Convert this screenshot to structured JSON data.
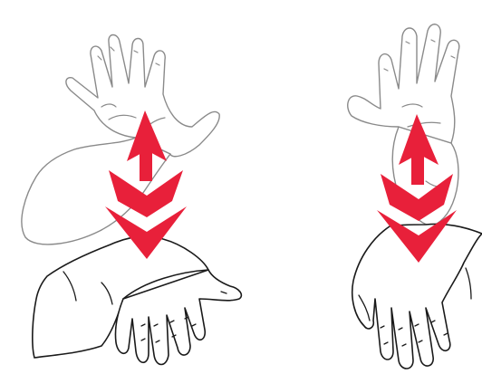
{
  "figure": {
    "arrow_color": "#e8203a",
    "upper_hand_color": "#8a8a8a",
    "lower_hand_color": "#1a1a1a",
    "panels": [
      {
        "id": "left",
        "upper_hand": "palm-up-hand",
        "lower_hand": "palm-down-hand",
        "arrow": "double-headed-vertical-arrow"
      },
      {
        "id": "right",
        "upper_hand": "palm-up-hand",
        "lower_hand": "palm-down-hand",
        "arrow": "double-headed-vertical-arrow"
      }
    ]
  }
}
